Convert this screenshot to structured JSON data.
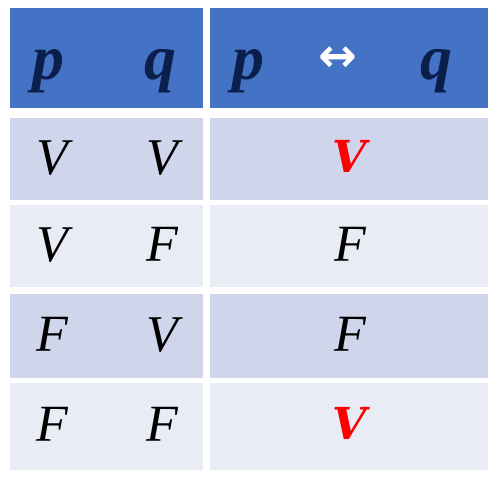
{
  "header": {
    "col1": "p",
    "col2": "q",
    "col3_left": "p",
    "col3_arrow": "↔",
    "col3_right": "q"
  },
  "rows": [
    {
      "p": "V",
      "q": "V",
      "result": "V",
      "highlight": true
    },
    {
      "p": "V",
      "q": "F",
      "result": "F",
      "highlight": false
    },
    {
      "p": "F",
      "q": "V",
      "result": "F",
      "highlight": false
    },
    {
      "p": "F",
      "q": "F",
      "result": "V",
      "highlight": true
    }
  ],
  "colors": {
    "header_bg": "#4472c4",
    "header_text": "#0b1f4d",
    "row_dark": "#cfd5ea",
    "row_light": "#e9ebf5",
    "true_highlight": "#ff0000"
  }
}
